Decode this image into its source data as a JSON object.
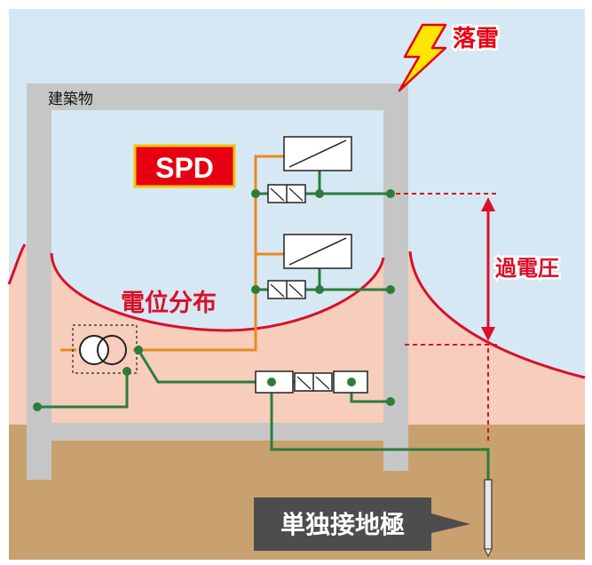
{
  "labels": {
    "lightning": "落雷",
    "building": "建築物",
    "spd": "SPD",
    "potential_distribution": "電位分布",
    "overvoltage": "過電圧",
    "ground_electrode": "単独接地極"
  },
  "colors": {
    "sky": "#d6e8f3",
    "potential_zone": "#f7cdbc",
    "ground": "#c9a16f",
    "building_wall": "#c6c6c6",
    "potential_curve": "#d8102a",
    "wire_green": "#2c7d3a",
    "wire_orange": "#e98a1f",
    "spd_badge_bg": "#e60012",
    "spd_badge_text": "#ffffff",
    "spd_badge_border": "#f2c400",
    "label_red": "#d8102a",
    "ground_label_bg": "#4d4d4d",
    "ground_label_text": "#ffffff",
    "lightning_fill": "#ffe600",
    "lightning_stroke": "#e60012"
  },
  "icons": {
    "lightning": "lightning-bolt-icon",
    "transformer": "transformer-icon",
    "ground_rod": "ground-rod-icon"
  }
}
